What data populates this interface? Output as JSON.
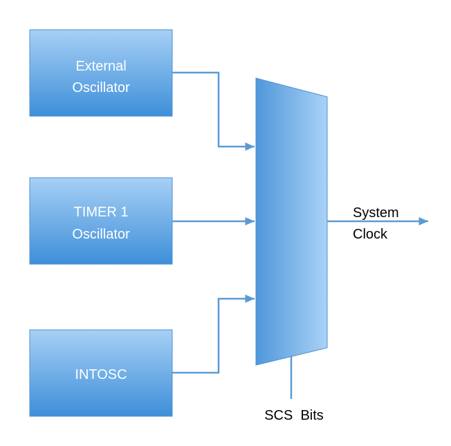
{
  "sources": [
    {
      "id": "external-oscillator",
      "lines": [
        "External",
        "Oscillator"
      ]
    },
    {
      "id": "timer1-oscillator",
      "lines": [
        "TIMER 1",
        "Oscillator"
      ]
    },
    {
      "id": "intosc",
      "lines": [
        "INTOSC"
      ]
    }
  ],
  "output": {
    "lines": [
      "System",
      "Clock"
    ]
  },
  "select": {
    "label": "SCS  Bits"
  },
  "colors": {
    "box_top": "#a7d0f6",
    "box_bottom": "#3e8fd9",
    "mux_left": "#4f97da",
    "mux_right": "#a9d2f7",
    "wire": "#5b9bd5",
    "border": "#4f8fcf"
  }
}
